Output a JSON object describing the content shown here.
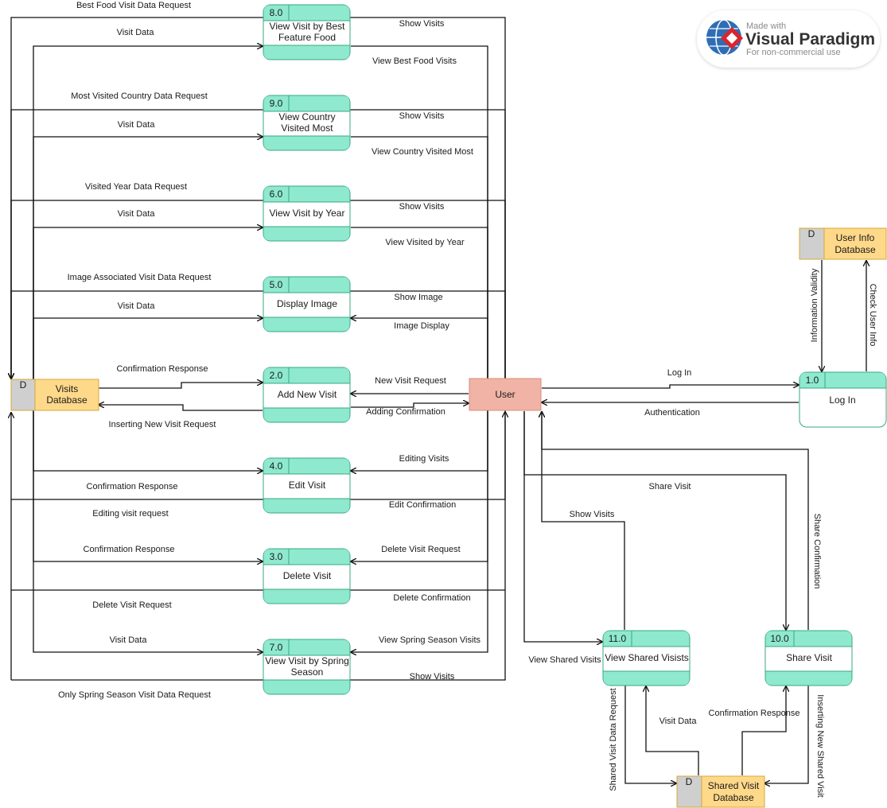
{
  "watermark": {
    "small": "Made with",
    "brand": "Visual Paradigm",
    "sub": "For non-commercial use"
  },
  "processes": {
    "p8": {
      "num": "8.0",
      "line1": "View Visit by Best",
      "line2": "Feature Food"
    },
    "p9": {
      "num": "9.0",
      "line1": "View Country",
      "line2": "Visited Most"
    },
    "p6": {
      "num": "6.0",
      "line1": "View Visit by Year"
    },
    "p5": {
      "num": "5.0",
      "line1": "Display Image"
    },
    "p2": {
      "num": "2.0",
      "line1": "Add New Visit"
    },
    "p4": {
      "num": "4.0",
      "line1": "Edit Visit"
    },
    "p3": {
      "num": "3.0",
      "line1": "Delete Visit"
    },
    "p7": {
      "num": "7.0",
      "line1": "View Visit by Spring",
      "line2": "Season"
    },
    "p1": {
      "num": "1.0",
      "line1": "Log In"
    },
    "p11": {
      "num": "11.0",
      "line1": "View Shared Visists"
    },
    "p10": {
      "num": "10.0",
      "line1": "Share Visit"
    }
  },
  "stores": {
    "visits": {
      "id": "D",
      "line1": "Visits",
      "line2": "Database"
    },
    "userinfo": {
      "id": "D",
      "line1": "User Info",
      "line2": "Database"
    },
    "shared": {
      "id": "D",
      "line1": "Shared Visit",
      "line2": "Database"
    }
  },
  "entity": {
    "user": "User"
  },
  "flows": {
    "best_food_request": "Best Food Visit Data Request",
    "visit_data_8": "Visit Data",
    "show_visits_8": "Show Visits",
    "view_best_food": "View Best Food Visits",
    "most_visited_request": "Most Visited Country Data Request",
    "visit_data_9": "Visit Data",
    "show_visits_9": "Show Visits",
    "view_country_most": "View Country Visited Most",
    "visited_year_request": "Visited Year Data Request",
    "visit_data_6": "Visit Data",
    "show_visits_6": "Show Visits",
    "view_by_year": "View Visited by Year",
    "image_request": "Image Associated Visit Data Request",
    "visit_data_5": "Visit Data",
    "show_image": "Show Image",
    "image_display": "Image Display",
    "confirm_resp_2": "Confirmation Response",
    "insert_new_visit": "Inserting New Visit Request",
    "new_visit_request": "New Visit Request",
    "adding_confirmation": "Adding Confirmation",
    "editing_visits": "Editing Visits",
    "confirm_resp_4": "Confirmation Response",
    "editing_visit_request": "Editing visit request",
    "edit_confirmation": "Edit Confirmation",
    "confirm_resp_3": "Confirmation Response",
    "delete_visit_request_user": "Delete Visit Request",
    "delete_confirmation": "Delete Confirmation",
    "delete_visit_request_db": "Delete Visit Request",
    "visit_data_7": "Visit Data",
    "view_spring": "View Spring Season Visits",
    "show_visits_7": "Show Visits",
    "spring_request": "Only Spring Season Visit Data Request",
    "log_in": "Log In",
    "authentication": "Authentication",
    "information_validity": "Information Validity",
    "check_user_info": "Check User Info",
    "share_visit": "Share Visit",
    "show_visits_11": "Show Visits",
    "share_confirmation": "Share Confirmation",
    "view_shared_visits": "View Shared Visits",
    "shared_visit_data_request": "Shared Visit Data Request",
    "visit_data_shared": "Visit Data",
    "confirmation_response_shared": "Confirmation Response",
    "inserting_new_shared": "Inserting New Shared Visit"
  }
}
